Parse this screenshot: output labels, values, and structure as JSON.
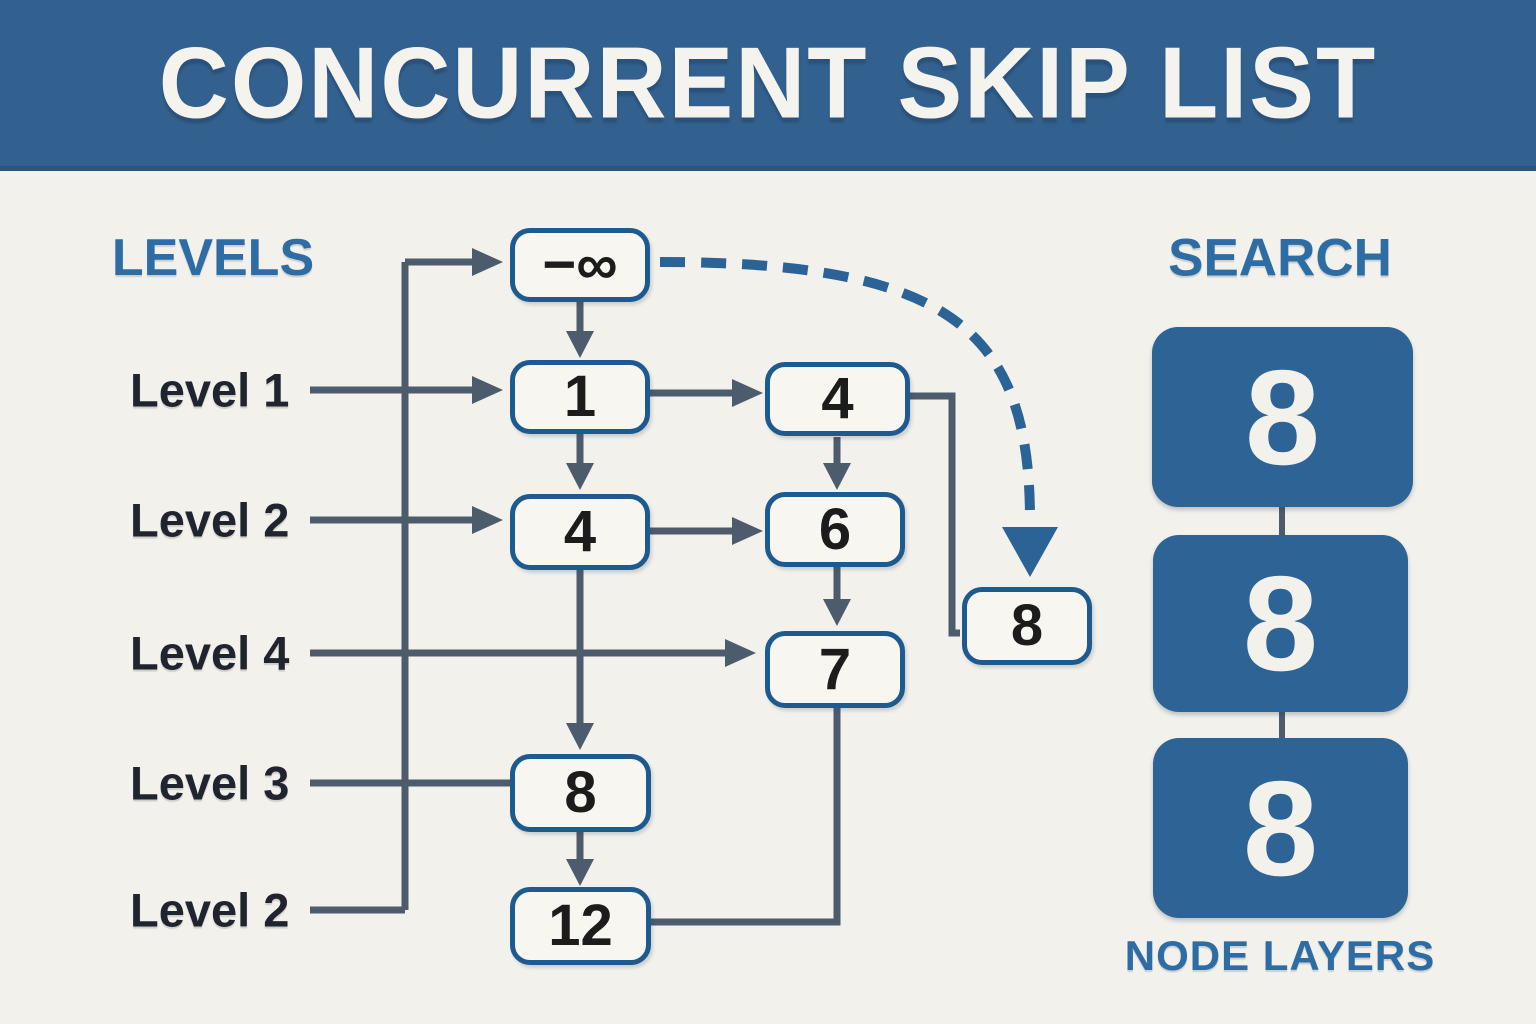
{
  "title": "CONCURRENT SKIP LIST",
  "colors": {
    "header_bg": "#33618f",
    "background": "#f3f1ec",
    "node_border": "#1d5a8f",
    "node_fill": "#f8f6f1",
    "line": "#4d5c6c",
    "accent_blue": "#2e6da4",
    "search_box_fill": "#2d6395",
    "dashed_arrow": "#2b6396",
    "node_text": "#1c1c1c",
    "label_text": "#1f242e"
  },
  "levels_panel": {
    "heading": "LEVELS",
    "labels": [
      "Level 1",
      "Level 2",
      "Level 4",
      "Level 3",
      "Level 2"
    ]
  },
  "skiplist": {
    "nodes": {
      "head": {
        "label": "−∞"
      },
      "n1": {
        "label": "1"
      },
      "n4_top": {
        "label": "4"
      },
      "n4_mid": {
        "label": "4"
      },
      "n6": {
        "label": "6"
      },
      "n7": {
        "label": "7"
      },
      "n8_mid": {
        "label": "8"
      },
      "n12": {
        "label": "12"
      },
      "n8_right": {
        "label": "8"
      }
    }
  },
  "search_panel": {
    "heading": "SEARCH",
    "boxes": [
      "8",
      "8",
      "8"
    ],
    "caption": "NODE LAYERS"
  }
}
